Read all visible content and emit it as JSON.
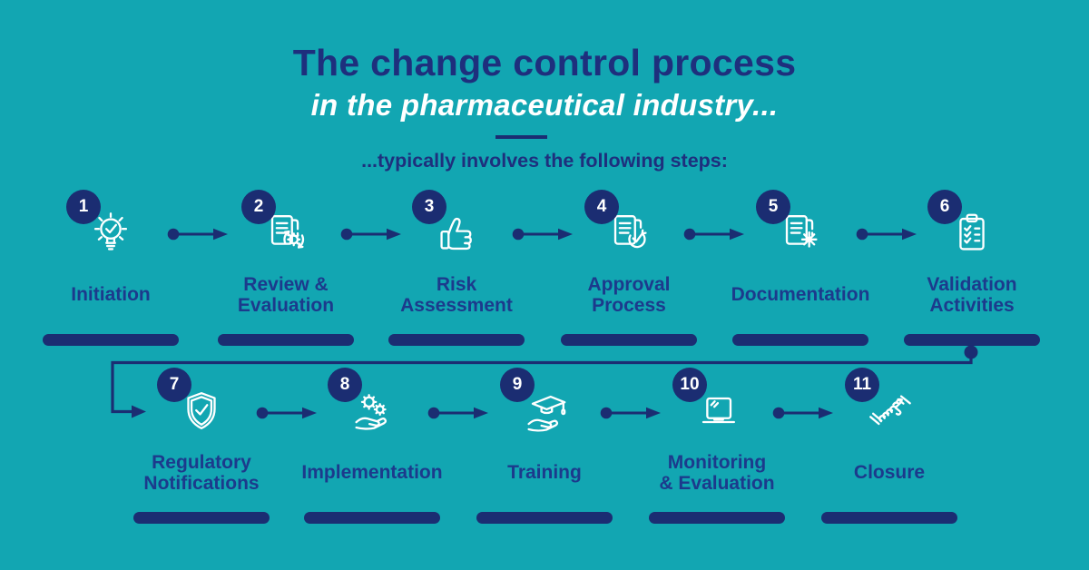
{
  "header": {
    "title": "The change control process",
    "subtitle": "in the pharmaceutical industry...",
    "tagline": "...typically involves the following steps:"
  },
  "colors": {
    "background_teal": "#12a6b2",
    "navy_shapes": "#1b2d72",
    "navy_title": "#1e2f7d",
    "navy_labels": "#1c3a8c",
    "icon_white": "#ffffff"
  },
  "steps": [
    {
      "number": "1",
      "label": "Initiation",
      "icon": "lightbulb-check-icon"
    },
    {
      "number": "2",
      "label": "Review &\nEvaluation",
      "icon": "document-gear-sync-icon"
    },
    {
      "number": "3",
      "label": "Risk\nAssessment",
      "icon": "thumbs-up-icon"
    },
    {
      "number": "4",
      "label": "Approval\nProcess",
      "icon": "document-approved-icon"
    },
    {
      "number": "5",
      "label": "Documentation",
      "icon": "document-asterisk-icon"
    },
    {
      "number": "6",
      "label": "Validation\nActivities",
      "icon": "clipboard-checklist-icon"
    },
    {
      "number": "7",
      "label": "Regulatory\nNotifications",
      "icon": "shield-check-icon"
    },
    {
      "number": "8",
      "label": "Implementation",
      "icon": "hand-gears-icon"
    },
    {
      "number": "9",
      "label": "Training",
      "icon": "graduation-cap-hand-icon"
    },
    {
      "number": "10",
      "label": "Monitoring\n& Evaluation",
      "icon": "laptop-icon"
    },
    {
      "number": "11",
      "label": "Closure",
      "icon": "handshake-icon"
    }
  ]
}
